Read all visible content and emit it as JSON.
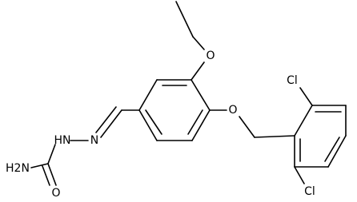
{
  "molecule": {
    "atom_labels": {
      "o_ethoxy": "O",
      "o_benzyl": "O",
      "cl_top": "Cl",
      "cl_bottom": "Cl",
      "nh": "HN",
      "n_imine": "N",
      "nh2": "H2N",
      "o_carbonyl": "O"
    }
  }
}
